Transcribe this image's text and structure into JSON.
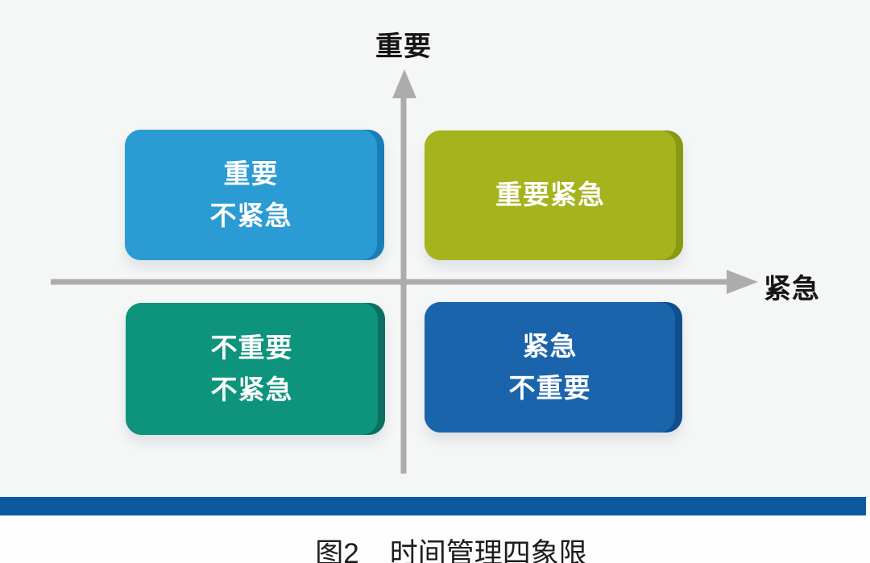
{
  "figure": {
    "axis": {
      "y_label": "重要",
      "x_label": "紧急",
      "line_color": "#acacac"
    },
    "quadrants": {
      "top_left": {
        "line1": "重要",
        "line2": "不紧急",
        "face_color": "#2b9bd3",
        "edge_color": "#1a7db6"
      },
      "top_right": {
        "line1": "重要紧急",
        "line2": "",
        "face_color": "#a5b31d",
        "edge_color": "#8a9a10"
      },
      "bottom_left": {
        "line1": "不重要",
        "line2": "不紧急",
        "face_color": "#0e947d",
        "edge_color": "#0b7062"
      },
      "bottom_right": {
        "line1": "紧急",
        "line2": "不重要",
        "face_color": "#1a64ab",
        "edge_color": "#0f4f8d"
      }
    },
    "divider_bar_color": "#0d599e",
    "caption": {
      "figure_label": "图2",
      "title": "时间管理四象限"
    }
  }
}
